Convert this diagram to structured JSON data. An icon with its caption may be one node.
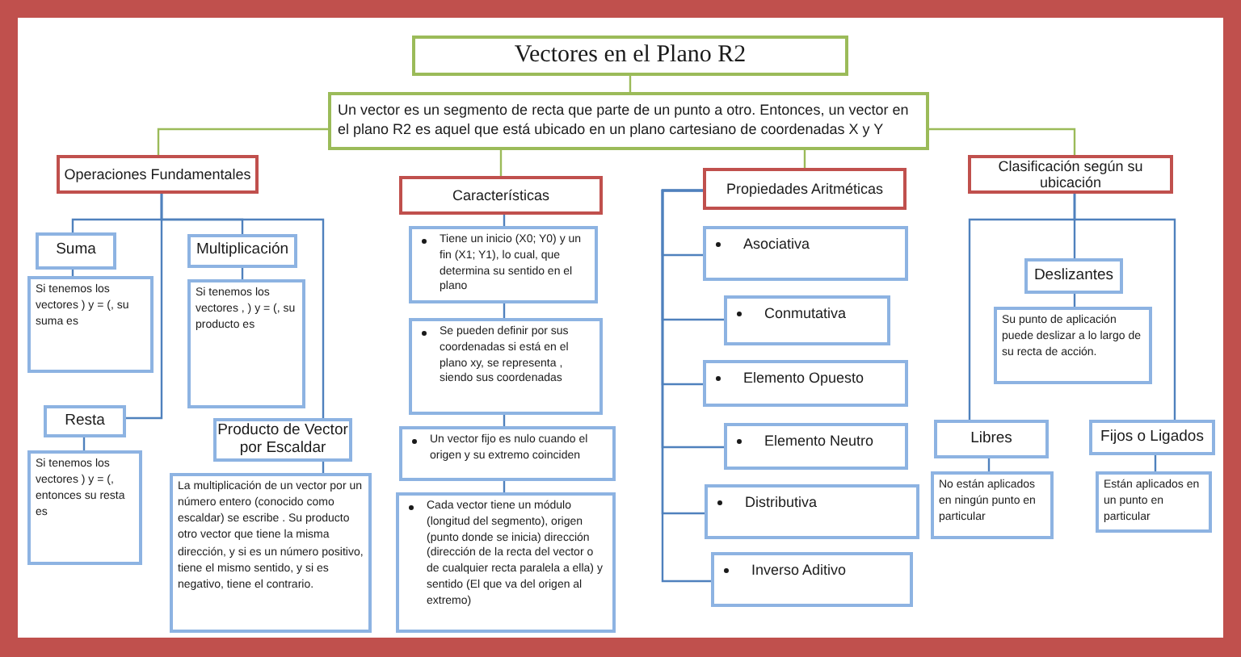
{
  "diagram": {
    "nodes": [
      {
        "text": [
          "Vectores en el Plano R2"
        ]
      },
      {
        "text": [
          "Un vector es un segmento de recta que parte de un punto a otro. Entonces, un vector en el plano R2 es aquel que está ubicado en un plano cartesiano de coordenadas X y Y"
        ]
      },
      {
        "text": [
          "Operaciones Fundamentales"
        ]
      },
      {
        "text": [
          "Suma"
        ]
      },
      {
        "text": [
          "Multiplicación"
        ]
      },
      {
        "text": [
          "Si tenemos los vectores ) y  = (, su suma es"
        ]
      },
      {
        "text": [
          "Si tenemos los vectores , ) y  = (, su producto es"
        ]
      },
      {
        "text": [
          "Resta"
        ]
      },
      {
        "text": [
          "Si tenemos los vectores ) y  = (, entonces su resta es"
        ]
      },
      {
        "text": [
          "Producto de Vector por Escaldar"
        ]
      },
      {
        "text": [
          "La multiplicación de un vector por un número entero (conocido  como escaldar) se escribe . Su producto otro vector que tiene la misma dirección, y si  es un número positivo,  tiene el mismo sentido, y si es negativo, tiene el contrario."
        ]
      },
      {
        "text": [
          "Características"
        ]
      },
      {
        "text": [
          "Tiene un inicio (X0; Y0) y un fin (X1; Y1), lo cual, que determina su sentido en el plano"
        ]
      },
      {
        "text": [
          "Se pueden definir por sus coordenadas si está en el plano xy, se representa , siendo sus coordenadas"
        ]
      },
      {
        "text": [
          "Un vector fijo es nulo cuando el origen y su extremo coinciden"
        ]
      },
      {
        "text": [
          "Cada vector tiene un módulo (longitud del segmento), origen (punto donde se inicia) dirección (dirección de la recta del vector o de  cualquier recta paralela a ella) y sentido (El que va del origen  al extremo)"
        ]
      },
      {
        "text": [
          "Propiedades Aritméticas"
        ]
      },
      {
        "text": [
          "Asociativa"
        ]
      },
      {
        "text": [
          "Conmutativa"
        ]
      },
      {
        "text": [
          "Elemento Opuesto"
        ]
      },
      {
        "text": [
          "Elemento Neutro"
        ]
      },
      {
        "text": [
          "Distributiva"
        ]
      },
      {
        "text": [
          "Inverso Aditivo"
        ]
      },
      {
        "text": [
          "Clasificación según su ubicación"
        ]
      },
      {
        "text": [
          "Deslizantes"
        ]
      },
      {
        "text": [
          "Su punto de aplicación puede deslizar a lo largo de su recta de acción."
        ]
      },
      {
        "text": [
          "Libres"
        ]
      },
      {
        "text": [
          "Fijos o Ligados"
        ]
      },
      {
        "text": [
          "No están aplicados en ningún punto en particular"
        ]
      },
      {
        "text": [
          "Están aplicados en un punto en particular"
        ]
      }
    ],
    "edges": [
      {
        "from": 0,
        "to": 1,
        "arrow": "none",
        "color": "#9bbb59"
      },
      {
        "from": 1,
        "to": 2,
        "arrow": "none",
        "color": "#9bbb59"
      },
      {
        "from": 1,
        "to": 11,
        "arrow": "none",
        "color": "#9bbb59"
      },
      {
        "from": 1,
        "to": 16,
        "arrow": "none",
        "color": "#9bbb59"
      },
      {
        "from": 1,
        "to": 23,
        "arrow": "none",
        "color": "#9bbb59"
      },
      {
        "from": 2,
        "to": 3,
        "arrow": "none"
      },
      {
        "from": 2,
        "to": 4,
        "arrow": "none"
      },
      {
        "from": 2,
        "to": 9,
        "arrow": "none"
      },
      {
        "from": 2,
        "to": 7,
        "arrow": "none"
      },
      {
        "from": 3,
        "to": 5,
        "arrow": "none"
      },
      {
        "from": 4,
        "to": 6,
        "arrow": "none"
      },
      {
        "from": 7,
        "to": 8,
        "arrow": "none"
      },
      {
        "from": 9,
        "to": 10,
        "arrow": "none"
      },
      {
        "from": 11,
        "to": 12,
        "arrow": "none"
      },
      {
        "from": 12,
        "to": 13,
        "arrow": "none"
      },
      {
        "from": 13,
        "to": 14,
        "arrow": "none"
      },
      {
        "from": 14,
        "to": 15,
        "arrow": "none"
      },
      {
        "from": 16,
        "to": 17,
        "arrow": "none"
      },
      {
        "from": 16,
        "to": 18,
        "arrow": "none"
      },
      {
        "from": 16,
        "to": 19,
        "arrow": "none"
      },
      {
        "from": 16,
        "to": 20,
        "arrow": "none"
      },
      {
        "from": 16,
        "to": 21,
        "arrow": "none"
      },
      {
        "from": 16,
        "to": 22,
        "arrow": "none"
      },
      {
        "from": 23,
        "to": 24,
        "arrow": "none"
      },
      {
        "from": 23,
        "to": 26,
        "arrow": "none"
      },
      {
        "from": 23,
        "to": 27,
        "arrow": "none"
      },
      {
        "from": 24,
        "to": 25,
        "arrow": "none"
      },
      {
        "from": 26,
        "to": 28,
        "arrow": "none"
      },
      {
        "from": 27,
        "to": 29,
        "arrow": "none"
      }
    ]
  }
}
